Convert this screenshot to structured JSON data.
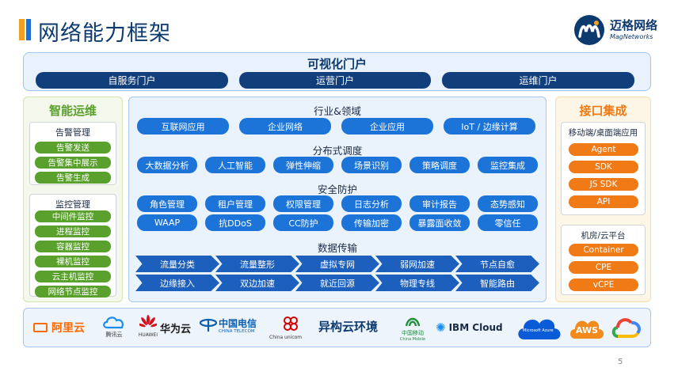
{
  "header": {
    "title": "网络能力框架",
    "logo_name": "迈格网络",
    "logo_sub": "MagNetworks"
  },
  "portal": {
    "title": "可视化门户",
    "buttons": [
      "自服务门户",
      "运营门户",
      "运维门户"
    ]
  },
  "left": {
    "title": "智能运维",
    "alarm": {
      "title": "告警管理",
      "items": [
        "告警发送",
        "告警集中展示",
        "告警生成"
      ]
    },
    "monitor": {
      "title": "监控管理",
      "items": [
        "中间件监控",
        "进程监控",
        "容器监控",
        "裸机监控",
        "云主机监控",
        "网络节点监控"
      ]
    }
  },
  "right": {
    "title": "接口集成",
    "app": {
      "title": "移动端/桌面端应用",
      "items": [
        "Agent",
        "SDK",
        "JS SDK",
        "API"
      ]
    },
    "dc": {
      "title": "机房/云平台",
      "items": [
        "Container",
        "CPE",
        "vCPE"
      ]
    }
  },
  "center": {
    "industry": {
      "title": "行业&领域",
      "items": [
        "互联网应用",
        "企业网络",
        "企业应用",
        "IoT / 边缘计算"
      ]
    },
    "scheduling": {
      "title": "分布式调度",
      "items": [
        "大数据分析",
        "人工智能",
        "弹性伸缩",
        "场景识别",
        "策略调度",
        "监控集成"
      ]
    },
    "security": {
      "title": "安全防护",
      "row1": [
        "角色管理",
        "租户管理",
        "权限管理",
        "日志分析",
        "审计报告",
        "态势感知"
      ],
      "row2": [
        "WAAP",
        "抗DDoS",
        "CC防护",
        "传输加密",
        "暴露面收敛",
        "零信任"
      ]
    },
    "transport": {
      "title": "数据传输",
      "row1": [
        "流量分类",
        "流量整形",
        "虚拟专网",
        "弱网加速",
        "节点自愈"
      ],
      "row2": [
        "边缘接入",
        "双边加速",
        "就近回源",
        "物理专线",
        "智能路由"
      ]
    }
  },
  "bottom": {
    "clouds": [
      {
        "name": "阿里云",
        "color": "#ff6a00"
      },
      {
        "name": "腾讯云",
        "color": "#1a8cf0"
      },
      {
        "name": "华为云",
        "color": "#1a1a1a",
        "sub": "HUAWEI"
      },
      {
        "name": "中国电信",
        "color": "#0b5fb0",
        "sub": "CHINA TELECOM"
      },
      {
        "name": "中国联通",
        "color": "#d40000",
        "sub": "China unicom"
      },
      {
        "name": "异构云环境",
        "color": "#0d3a6e"
      },
      {
        "name": "中国移动",
        "color": "#1e8f3a",
        "sub": "China Mobile"
      },
      {
        "name": "IBM Cloud",
        "color": "#1a2a44"
      },
      {
        "name": "Microsoft Azure",
        "color": "#0a5bd8"
      },
      {
        "name": "AWS",
        "color": "#f28a1c"
      },
      {
        "name": "Google Cloud",
        "color": "#4285f4"
      }
    ]
  },
  "page_number": "5"
}
